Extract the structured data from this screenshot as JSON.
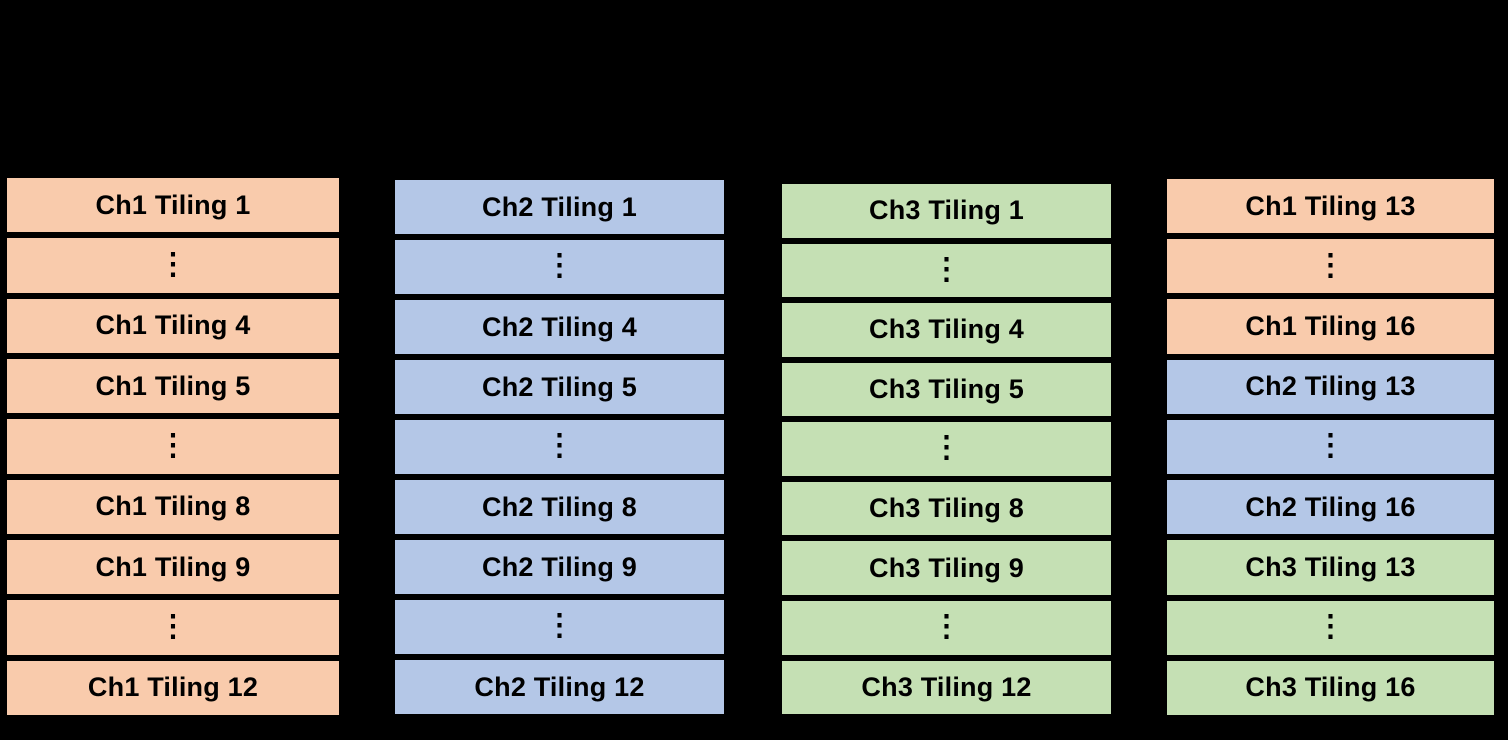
{
  "background_color": "#000000",
  "palette": {
    "ch1_fill": "#F9CBAC",
    "ch2_fill": "#B4C7E7",
    "ch3_fill": "#C5E0B4",
    "border": "#000000",
    "text": "#000000"
  },
  "ellipsis_glyph": "⋮",
  "columns": [
    {
      "name": "column-1",
      "cells": [
        {
          "label": "Ch1 Tiling 1",
          "kind": "label",
          "fill": "#F9CBAC"
        },
        {
          "label": "⋮",
          "kind": "ellipsis",
          "fill": "#F9CBAC"
        },
        {
          "label": "Ch1 Tiling 4",
          "kind": "label",
          "fill": "#F9CBAC"
        },
        {
          "label": "Ch1 Tiling 5",
          "kind": "label",
          "fill": "#F9CBAC"
        },
        {
          "label": "⋮",
          "kind": "ellipsis",
          "fill": "#F9CBAC"
        },
        {
          "label": "Ch1 Tiling 8",
          "kind": "label",
          "fill": "#F9CBAC"
        },
        {
          "label": "Ch1 Tiling 9",
          "kind": "label",
          "fill": "#F9CBAC"
        },
        {
          "label": "⋮",
          "kind": "ellipsis",
          "fill": "#F9CBAC"
        },
        {
          "label": "Ch1 Tiling 12",
          "kind": "label",
          "fill": "#F9CBAC"
        }
      ]
    },
    {
      "name": "column-2",
      "cells": [
        {
          "label": "Ch2 Tiling 1",
          "kind": "label",
          "fill": "#B4C7E7"
        },
        {
          "label": "⋮",
          "kind": "ellipsis",
          "fill": "#B4C7E7"
        },
        {
          "label": "Ch2 Tiling 4",
          "kind": "label",
          "fill": "#B4C7E7"
        },
        {
          "label": "Ch2 Tiling 5",
          "kind": "label",
          "fill": "#B4C7E7"
        },
        {
          "label": "⋮",
          "kind": "ellipsis",
          "fill": "#B4C7E7"
        },
        {
          "label": "Ch2 Tiling 8",
          "kind": "label",
          "fill": "#B4C7E7"
        },
        {
          "label": "Ch2 Tiling 9",
          "kind": "label",
          "fill": "#B4C7E7"
        },
        {
          "label": "⋮",
          "kind": "ellipsis",
          "fill": "#B4C7E7"
        },
        {
          "label": "Ch2 Tiling 12",
          "kind": "label",
          "fill": "#B4C7E7"
        }
      ]
    },
    {
      "name": "column-3",
      "cells": [
        {
          "label": "Ch3 Tiling 1",
          "kind": "label",
          "fill": "#C5E0B4"
        },
        {
          "label": "⋮",
          "kind": "ellipsis",
          "fill": "#C5E0B4"
        },
        {
          "label": "Ch3 Tiling 4",
          "kind": "label",
          "fill": "#C5E0B4"
        },
        {
          "label": "Ch3 Tiling 5",
          "kind": "label",
          "fill": "#C5E0B4"
        },
        {
          "label": "⋮",
          "kind": "ellipsis",
          "fill": "#C5E0B4"
        },
        {
          "label": "Ch3 Tiling 8",
          "kind": "label",
          "fill": "#C5E0B4"
        },
        {
          "label": "Ch3 Tiling 9",
          "kind": "label",
          "fill": "#C5E0B4"
        },
        {
          "label": "⋮",
          "kind": "ellipsis",
          "fill": "#C5E0B4"
        },
        {
          "label": "Ch3 Tiling 12",
          "kind": "label",
          "fill": "#C5E0B4"
        }
      ]
    },
    {
      "name": "column-4",
      "cells": [
        {
          "label": "Ch1 Tiling 13",
          "kind": "label",
          "fill": "#F9CBAC"
        },
        {
          "label": "⋮",
          "kind": "ellipsis",
          "fill": "#F9CBAC"
        },
        {
          "label": "Ch1 Tiling 16",
          "kind": "label",
          "fill": "#F9CBAC"
        },
        {
          "label": "Ch2 Tiling 13",
          "kind": "label",
          "fill": "#B4C7E7"
        },
        {
          "label": "⋮",
          "kind": "ellipsis",
          "fill": "#B4C7E7"
        },
        {
          "label": "Ch2 Tiling 16",
          "kind": "label",
          "fill": "#B4C7E7"
        },
        {
          "label": "Ch3 Tiling 13",
          "kind": "label",
          "fill": "#C5E0B4"
        },
        {
          "label": "⋮",
          "kind": "ellipsis",
          "fill": "#C5E0B4"
        },
        {
          "label": "Ch3 Tiling 16",
          "kind": "label",
          "fill": "#C5E0B4"
        }
      ]
    }
  ]
}
